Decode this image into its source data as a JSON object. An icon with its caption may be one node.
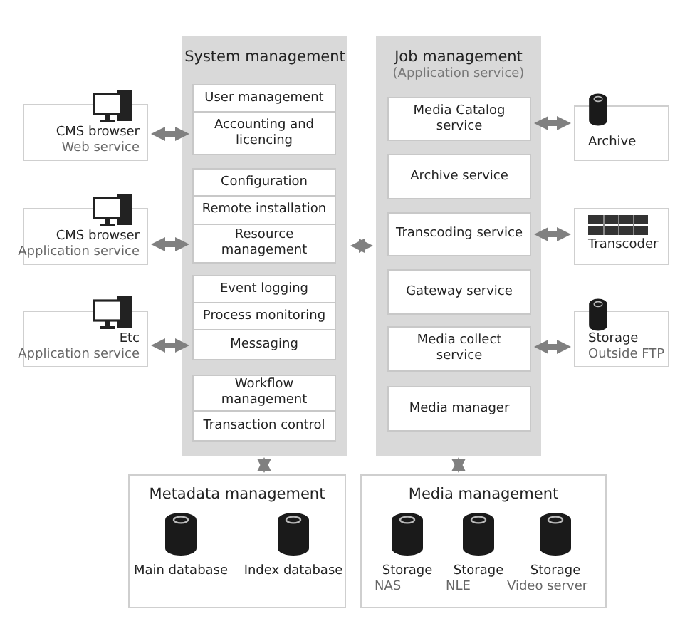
{
  "diagram": {
    "nodes": [
      {
        "text": [
          "CMS browser",
          "Web service"
        ]
      },
      {
        "text": [
          "CMS browser",
          "Application service"
        ]
      },
      {
        "text": [
          "Etc",
          "Application service"
        ]
      },
      {
        "text": [
          "System management"
        ]
      },
      {
        "text": [
          "User management"
        ],
        "in": 3
      },
      {
        "text": [
          "Accounting and licencing"
        ],
        "in": 3
      },
      {
        "text": [
          "Configuration"
        ],
        "in": 3
      },
      {
        "text": [
          "Remote installation"
        ],
        "in": 3
      },
      {
        "text": [
          "Resource management"
        ],
        "in": 3
      },
      {
        "text": [
          "Event logging"
        ],
        "in": 3
      },
      {
        "text": [
          "Process monitoring"
        ],
        "in": 3
      },
      {
        "text": [
          "Messaging"
        ],
        "in": 3
      },
      {
        "text": [
          "Workflow management"
        ],
        "in": 3
      },
      {
        "text": [
          "Transaction control"
        ],
        "in": 3
      },
      {
        "text": [
          "Job management",
          "(Application service)"
        ]
      },
      {
        "text": [
          "Media Catalog service"
        ],
        "in": 14
      },
      {
        "text": [
          "Archive service"
        ],
        "in": 14
      },
      {
        "text": [
          "Transcoding service"
        ],
        "in": 14
      },
      {
        "text": [
          "Gateway service"
        ],
        "in": 14
      },
      {
        "text": [
          "Media collect service"
        ],
        "in": 14
      },
      {
        "text": [
          "Media manager"
        ],
        "in": 14
      },
      {
        "text": [
          "Archive"
        ]
      },
      {
        "text": [
          "Transcoder"
        ]
      },
      {
        "text": [
          "Storage",
          "Outside FTP"
        ]
      },
      {
        "text": [
          "Metadata management"
        ]
      },
      {
        "text": [
          "Main database"
        ],
        "in": 24
      },
      {
        "text": [
          "Index database"
        ],
        "in": 24
      },
      {
        "text": [
          "Media management"
        ]
      },
      {
        "text": [
          "Storage",
          "NAS"
        ],
        "in": 27
      },
      {
        "text": [
          "Storage",
          "NLE"
        ],
        "in": 27
      },
      {
        "text": [
          "Storage",
          "Video server"
        ],
        "in": 27
      }
    ],
    "edges": [
      {
        "from": 0,
        "to": 5,
        "arrow": "both"
      },
      {
        "from": 1,
        "to": 8,
        "arrow": "both"
      },
      {
        "from": 2,
        "to": 11,
        "arrow": "both"
      },
      {
        "from": 3,
        "to": 14,
        "arrow": "both"
      },
      {
        "from": 15,
        "to": 21,
        "arrow": "both"
      },
      {
        "from": 17,
        "to": 22,
        "arrow": "both"
      },
      {
        "from": 19,
        "to": 23,
        "arrow": "both"
      },
      {
        "from": 3,
        "to": 24,
        "arrow": "both"
      },
      {
        "from": 14,
        "to": 27,
        "arrow": "both"
      }
    ]
  }
}
